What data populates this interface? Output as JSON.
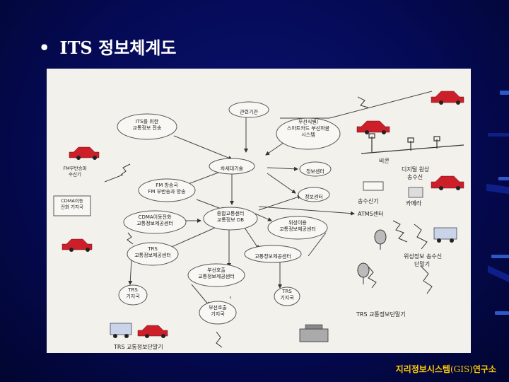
{
  "slide": {
    "bullet": "•",
    "title": "ITS 정보체계도",
    "footer_prefix": "지리정보시스템",
    "footer_mid": "(GIS)",
    "footer_suffix": "연구소"
  },
  "diagram": {
    "nodes": [
      {
        "id": "related-agency",
        "lines": [
          "관련기관"
        ]
      },
      {
        "id": "its-traffic-info",
        "lines": [
          "ITS를 위한",
          "교통정보 전송"
        ]
      },
      {
        "id": "wireless-smartcard",
        "lines": [
          "무선식별/",
          "스마트카드 부선파굴",
          "시스템"
        ]
      },
      {
        "id": "roadside-info",
        "lines": [
          "차세대기술"
        ]
      },
      {
        "id": "info-center-1",
        "lines": [
          "정보센터"
        ]
      },
      {
        "id": "info-center-2",
        "lines": [
          "정보센터"
        ]
      },
      {
        "id": "fm-receiver",
        "lines": [
          "FM부반송파",
          "수신기"
        ]
      },
      {
        "id": "fm-station",
        "lines": [
          "FM 방송국",
          "FM 부반송과 방송"
        ]
      },
      {
        "id": "cdma-phone",
        "lines": [
          "CDMA이동",
          "전화 기지국"
        ]
      },
      {
        "id": "cdma-center",
        "lines": [
          "CDMA이동전화",
          "교통정보제공센터"
        ]
      },
      {
        "id": "integrated-center",
        "lines": [
          "종합교통센터",
          "교통정보 DB"
        ]
      },
      {
        "id": "satellite-center",
        "lines": [
          "위성이용",
          "교통정보제공센터"
        ]
      },
      {
        "id": "trs-center",
        "lines": [
          "TRS",
          "교통정보제공센터"
        ]
      },
      {
        "id": "traffic-info-center",
        "lines": [
          "교통정보제공센터"
        ]
      },
      {
        "id": "beacon-center",
        "lines": [
          "부선호출",
          "교통정보제공센터"
        ]
      },
      {
        "id": "trs-base-1",
        "lines": [
          "TRS",
          "기지국"
        ]
      },
      {
        "id": "trs-base-2",
        "lines": [
          "TRS",
          "기지국"
        ]
      },
      {
        "id": "pager-base",
        "lines": [
          "부선호출",
          "기지국"
        ]
      }
    ],
    "labels": {
      "beacon": "비콘",
      "digital_transceiver": [
        "디지털 원상",
        "송수신"
      ],
      "transceiver": "송수신기",
      "camera": "카메라",
      "atms_center": "ATMS센터",
      "satellite_terminal": [
        "위성정보 송수신",
        "단말기"
      ],
      "trs_terminal": "TRS 교통정보단말기",
      "trs_terminal_bottom": "TRS 교통정보단말기"
    }
  }
}
